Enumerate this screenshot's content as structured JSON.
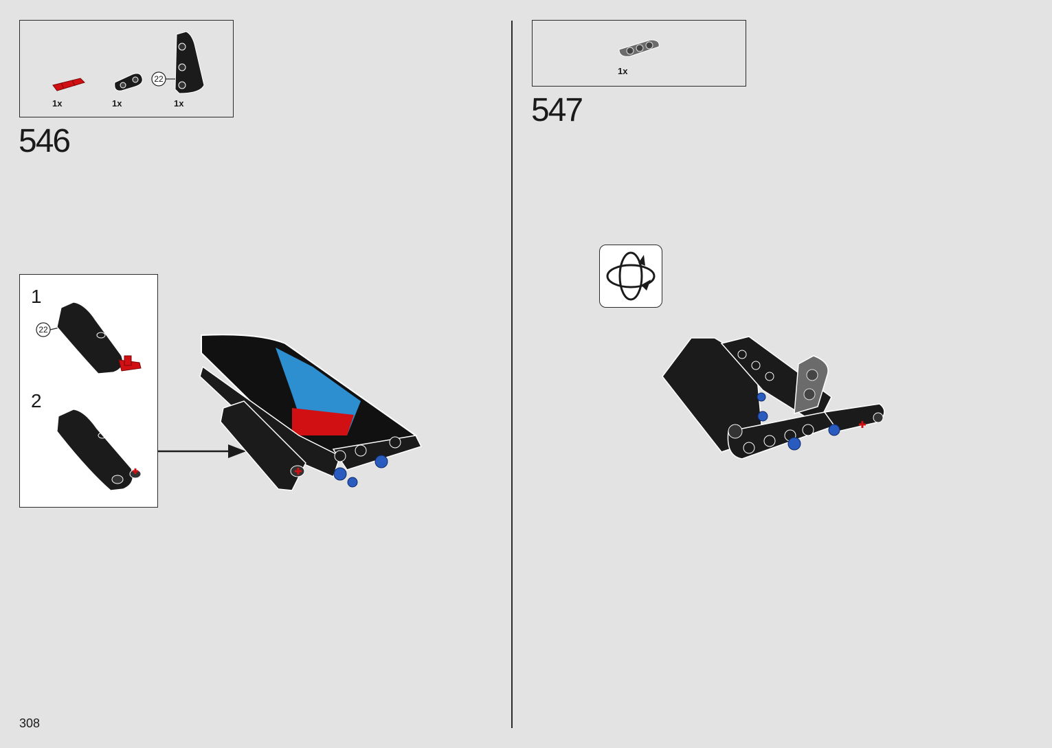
{
  "page": {
    "number": "308"
  },
  "step_546": {
    "number": "546",
    "parts": [
      {
        "icon": "red-axle-pin-icon",
        "qty": "1x"
      },
      {
        "icon": "black-beam-connector-icon",
        "qty": "1x"
      },
      {
        "icon": "black-panel-icon",
        "qty": "1x",
        "callout": "22"
      }
    ],
    "substeps": [
      {
        "number": "1",
        "callout": "22"
      },
      {
        "number": "2"
      }
    ]
  },
  "step_547": {
    "number": "547",
    "parts": [
      {
        "icon": "gray-three-hole-beam-icon",
        "qty": "1x"
      }
    ],
    "rotate_icon": "rotate-model-icon"
  },
  "colors": {
    "red": "#d01012",
    "blue": "#2a5bbf",
    "black": "#1b1b1b",
    "gray": "#6b6b6b",
    "light_blue": "#2e8fd0"
  }
}
